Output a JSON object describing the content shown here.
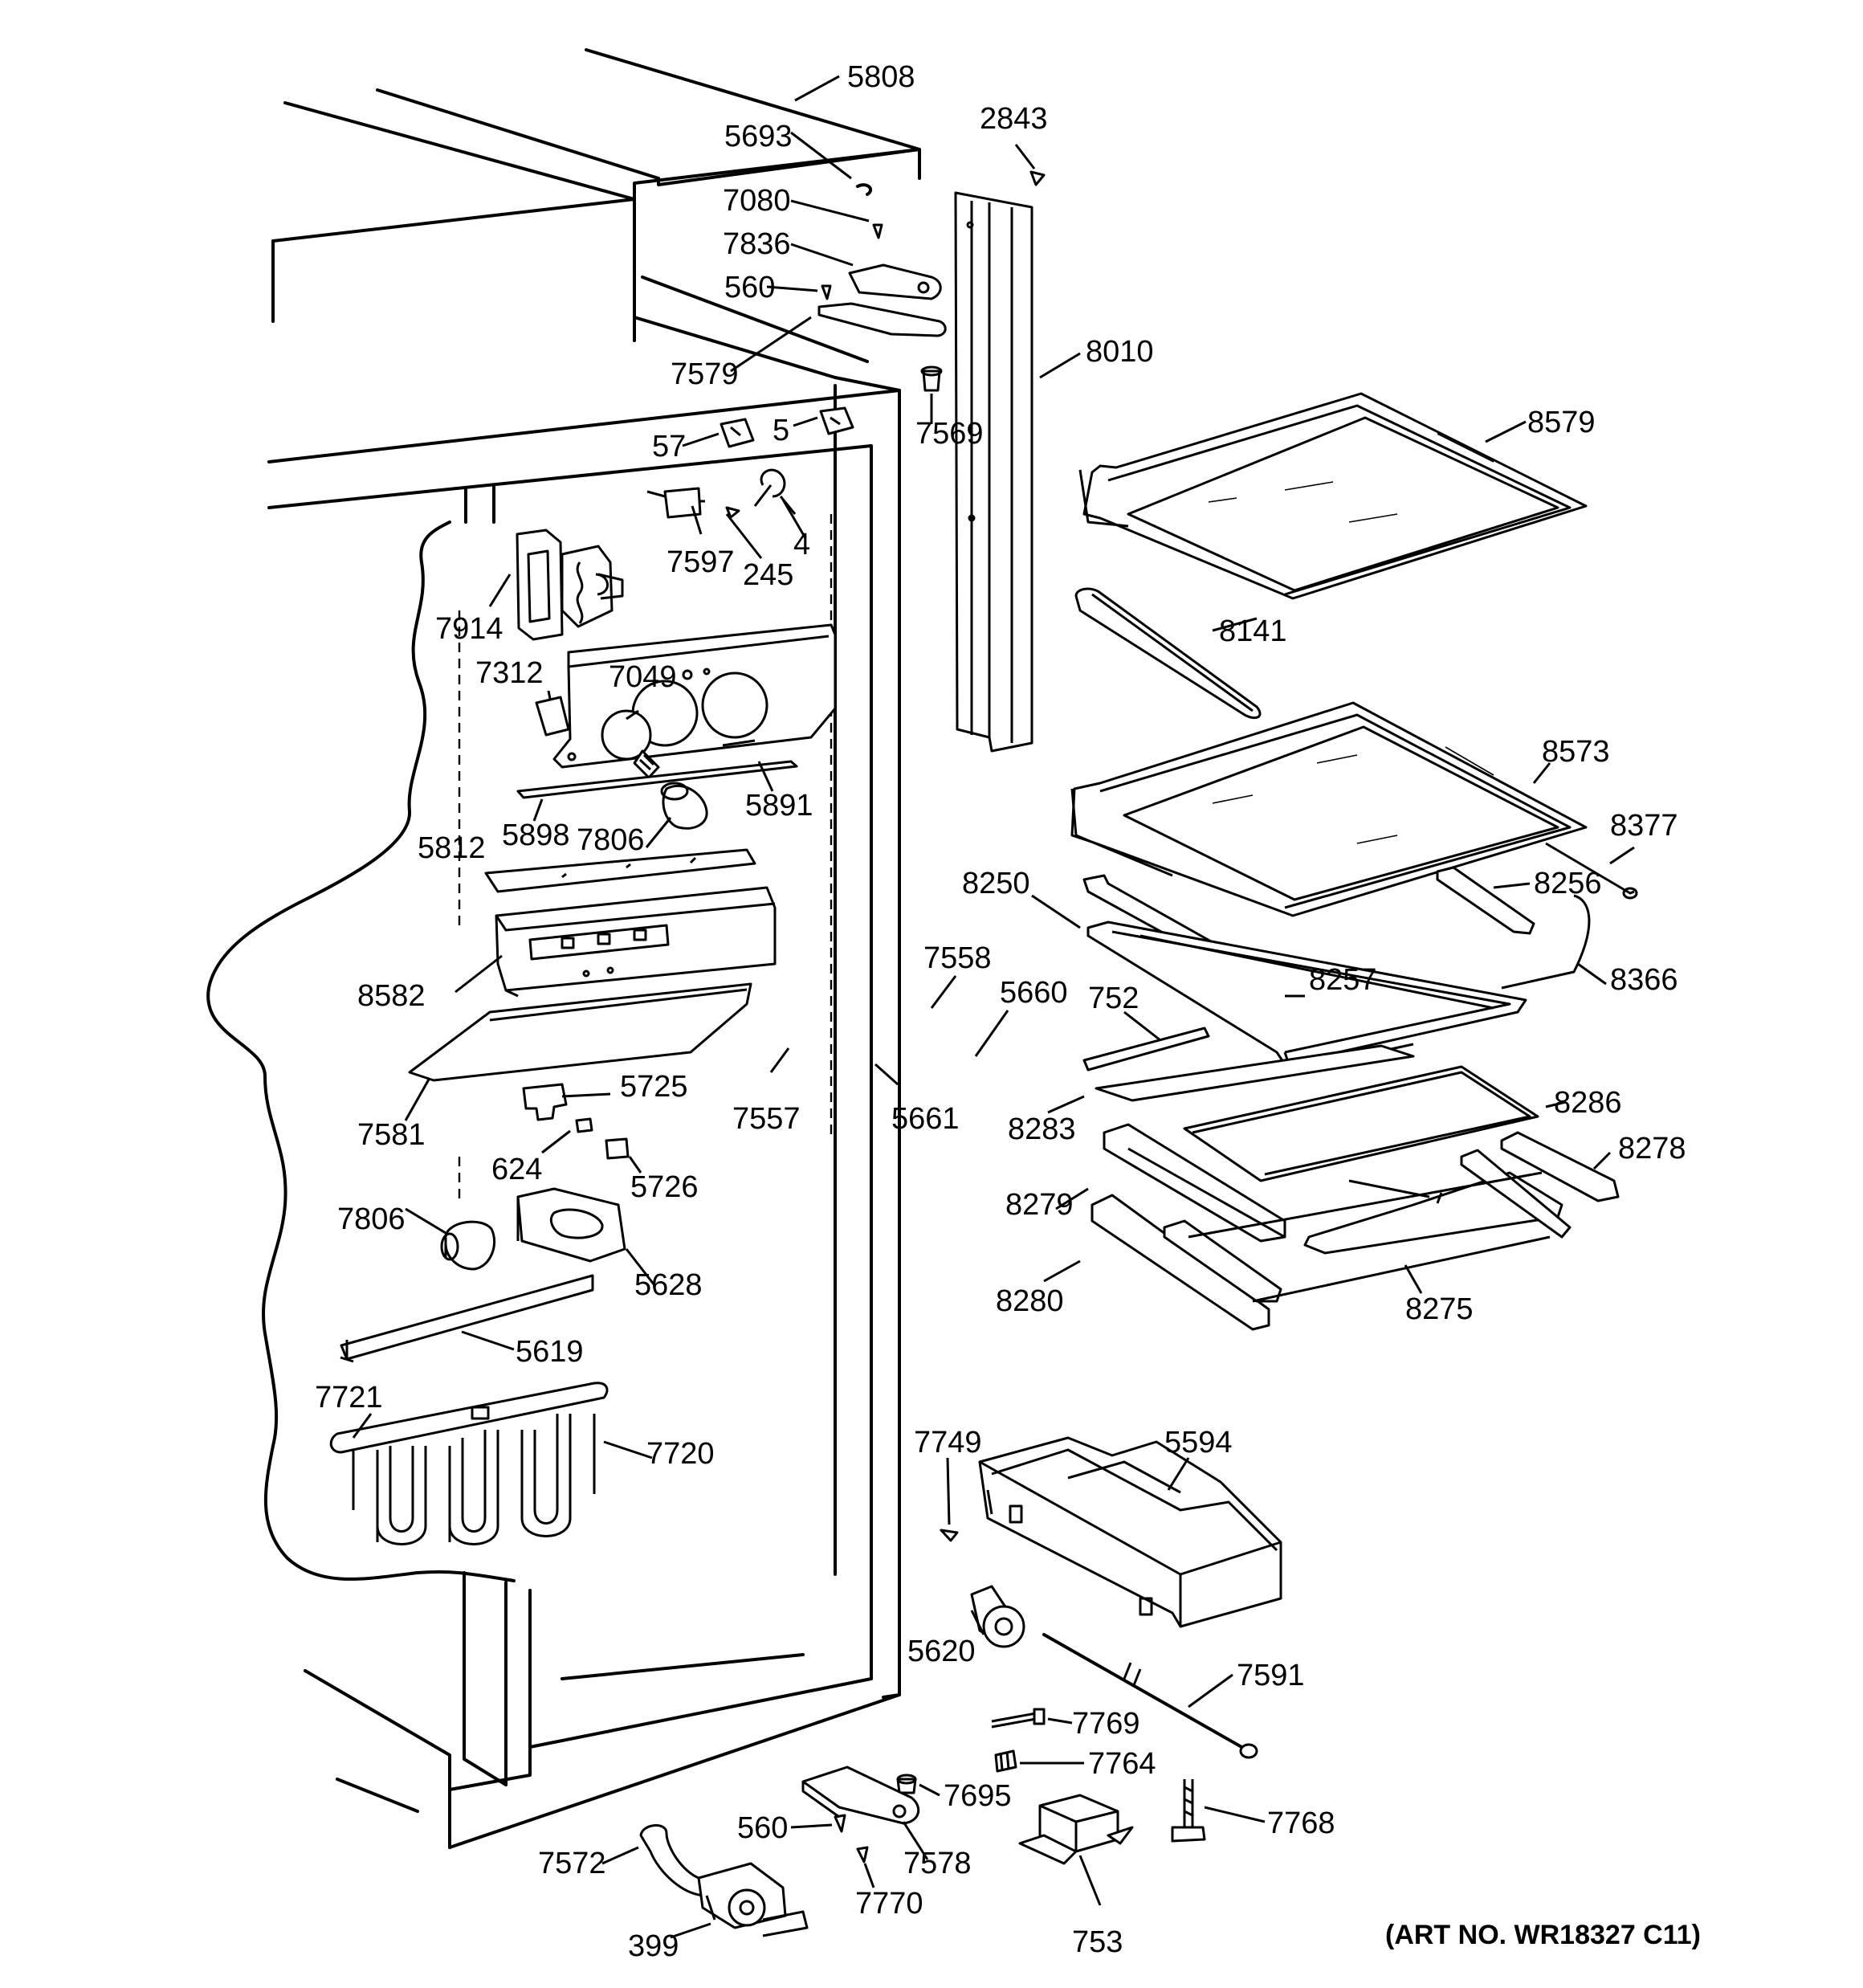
{
  "art_number": "(ART NO. WR18327 C11)",
  "callouts": [
    "5808",
    "5693",
    "2843",
    "7080",
    "7836",
    "560",
    "8010",
    "7579",
    "7569",
    "8579",
    "57",
    "5",
    "7597",
    "245",
    "4",
    "7914",
    "8141",
    "7312",
    "7049",
    "8573",
    "5891",
    "8377",
    "5898",
    "7806",
    "5812",
    "8250",
    "8256",
    "8366",
    "8257",
    "8582",
    "7558",
    "5660",
    "752",
    "7557",
    "5661",
    "8283",
    "8286",
    "7581",
    "5725",
    "8278",
    "624",
    "5726",
    "8279",
    "7806",
    "5628",
    "8280",
    "8275",
    "5619",
    "7721",
    "7720",
    "7749",
    "5594",
    "5620",
    "7591",
    "7769",
    "7764",
    "7695",
    "7768",
    "560",
    "7578",
    "7572",
    "7770",
    "753",
    "399"
  ]
}
